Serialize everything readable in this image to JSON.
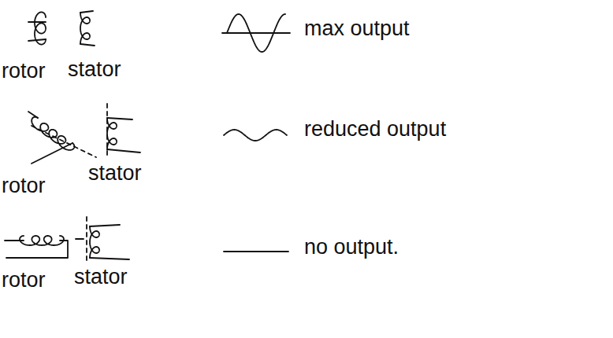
{
  "diagram": {
    "labels": [
      "rotor",
      "stator",
      "max output",
      "rotor",
      "stator",
      "reduced output",
      "rotor",
      "stator",
      "no output."
    ]
  }
}
